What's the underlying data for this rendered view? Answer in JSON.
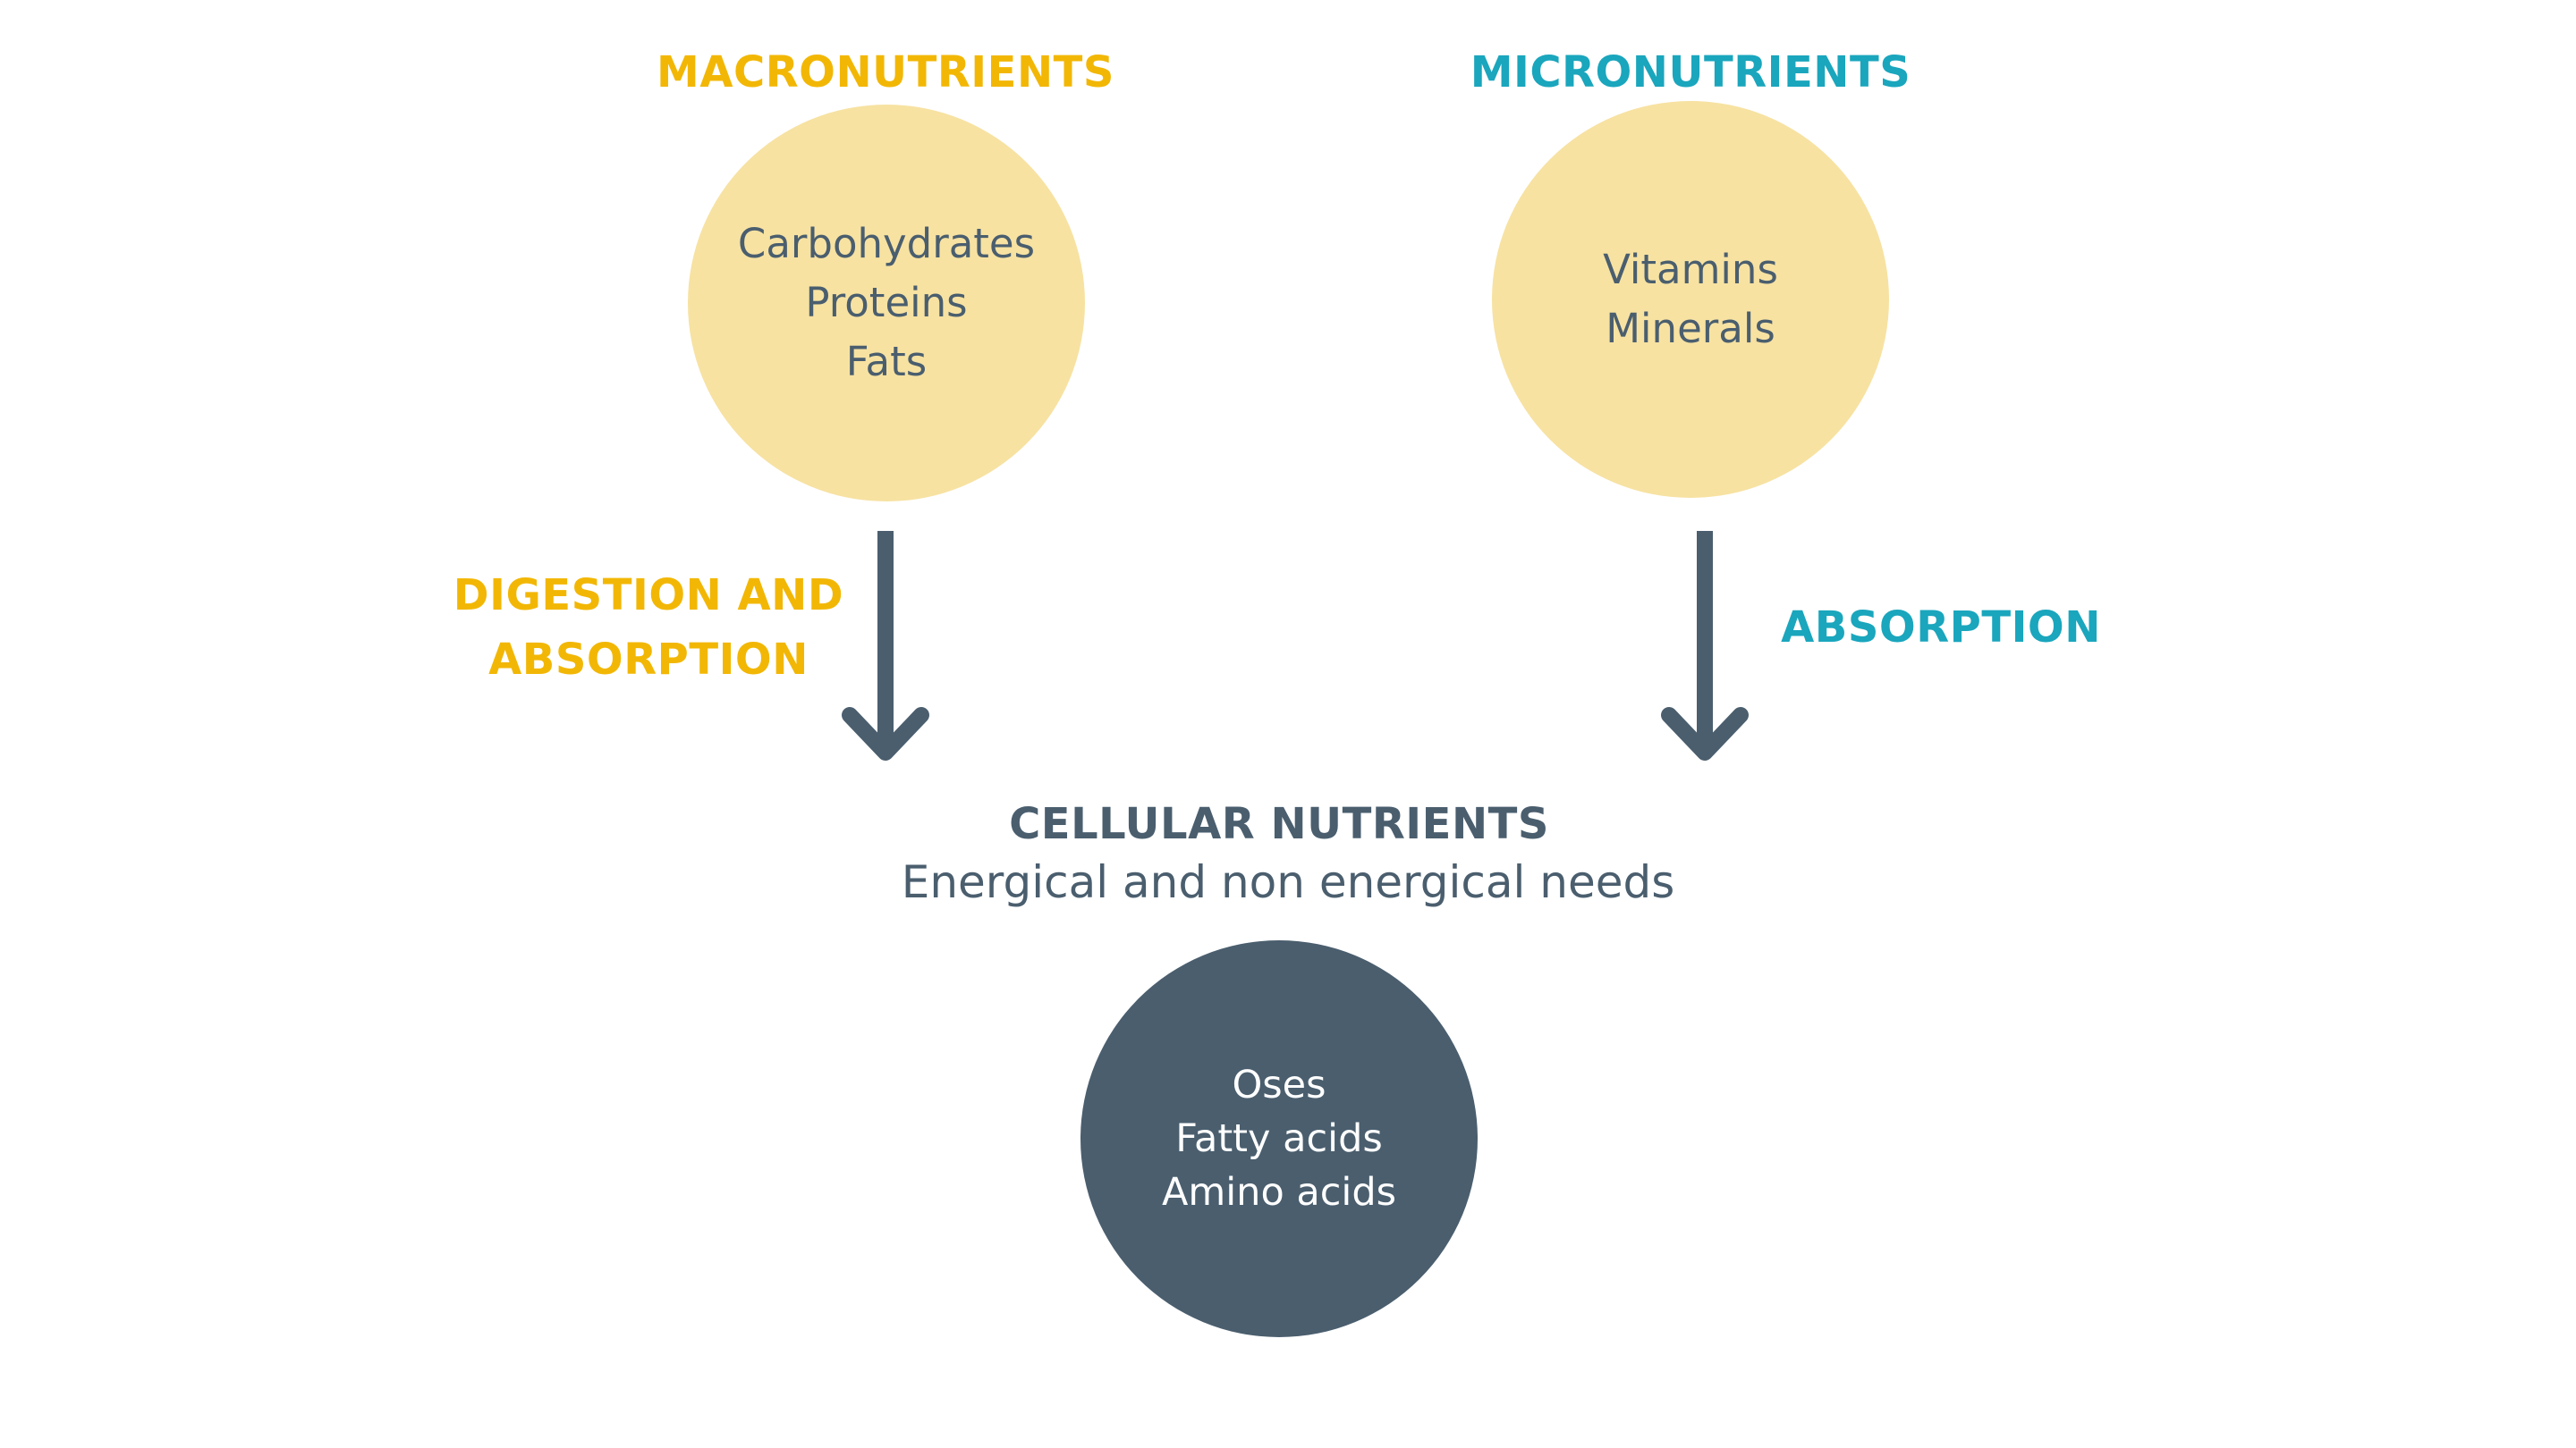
{
  "colors": {
    "macro_accent": "#f2b705",
    "micro_accent": "#1aa6bd",
    "circle_fill": "#f7e2a2",
    "dark": "#4a5e6e",
    "white": "#ffffff"
  },
  "macronutrients": {
    "title": "MACRONUTRIENTS",
    "items": [
      "Carbohydrates",
      "Proteins",
      "Fats"
    ],
    "process_label_lines": [
      "DIGESTION AND",
      "ABSORPTION"
    ]
  },
  "micronutrients": {
    "title": "MICRONUTRIENTS",
    "items": [
      "Vitamins",
      "Minerals"
    ],
    "process_label_lines": [
      "ABSORPTION"
    ]
  },
  "cellular": {
    "title": "CELLULAR NUTRIENTS",
    "subtitle": "Energical and non energical needs",
    "items": [
      "Oses",
      "Fatty acids",
      "Amino acids"
    ]
  }
}
